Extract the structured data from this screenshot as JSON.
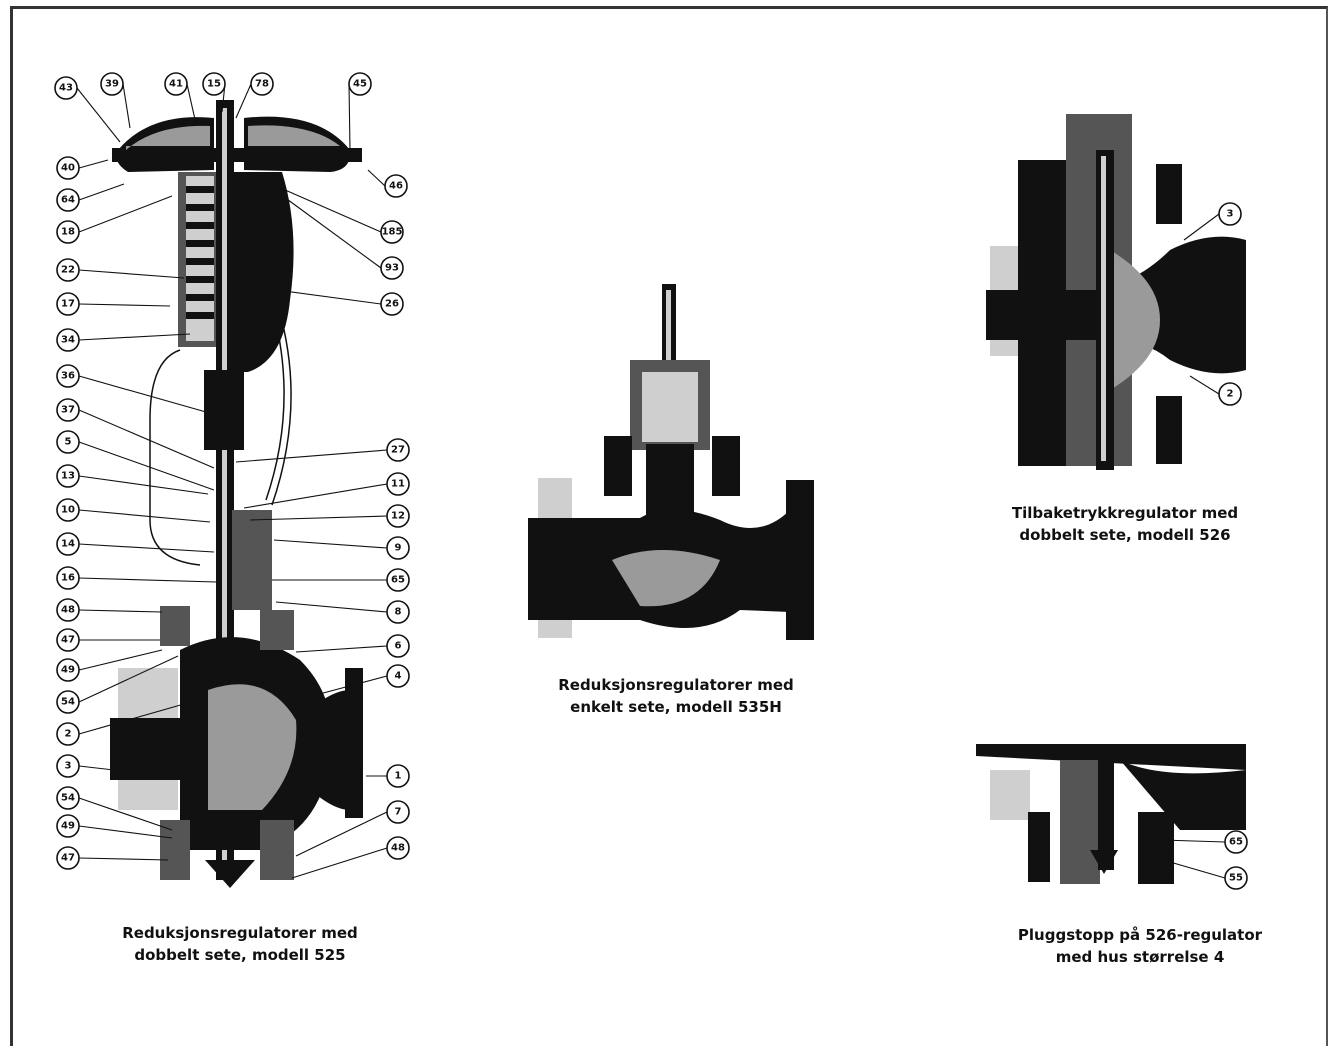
{
  "figures": [
    {
      "id": "model-525",
      "caption_lines": [
        "Reduksjonsregulatorer med",
        "dobbelt sete, modell 525"
      ],
      "callouts": [
        "43",
        "39",
        "41",
        "15",
        "78",
        "45",
        "40",
        "46",
        "64",
        "18",
        "185",
        "93",
        "22",
        "26",
        "17",
        "34",
        "36",
        "37",
        "27",
        "5",
        "13",
        "11",
        "10",
        "12",
        "14",
        "9",
        "16",
        "65",
        "48",
        "8",
        "47",
        "6",
        "49",
        "54",
        "4",
        "2",
        "3",
        "1",
        "54",
        "7",
        "49",
        "48",
        "47"
      ]
    },
    {
      "id": "model-535h",
      "caption_lines": [
        "Reduksjonsregulatorer med",
        "enkelt sete, modell 535H"
      ],
      "callouts": []
    },
    {
      "id": "model-526",
      "caption_lines": [
        "Tilbaketrykkregulator med",
        "dobbelt sete, modell 526"
      ],
      "callouts": [
        "3",
        "2"
      ]
    },
    {
      "id": "plug-stop-526",
      "caption_lines": [
        "Pluggstopp på 526-regulator",
        "med hus størrelse 4"
      ],
      "callouts": [
        "65",
        "55"
      ]
    }
  ]
}
